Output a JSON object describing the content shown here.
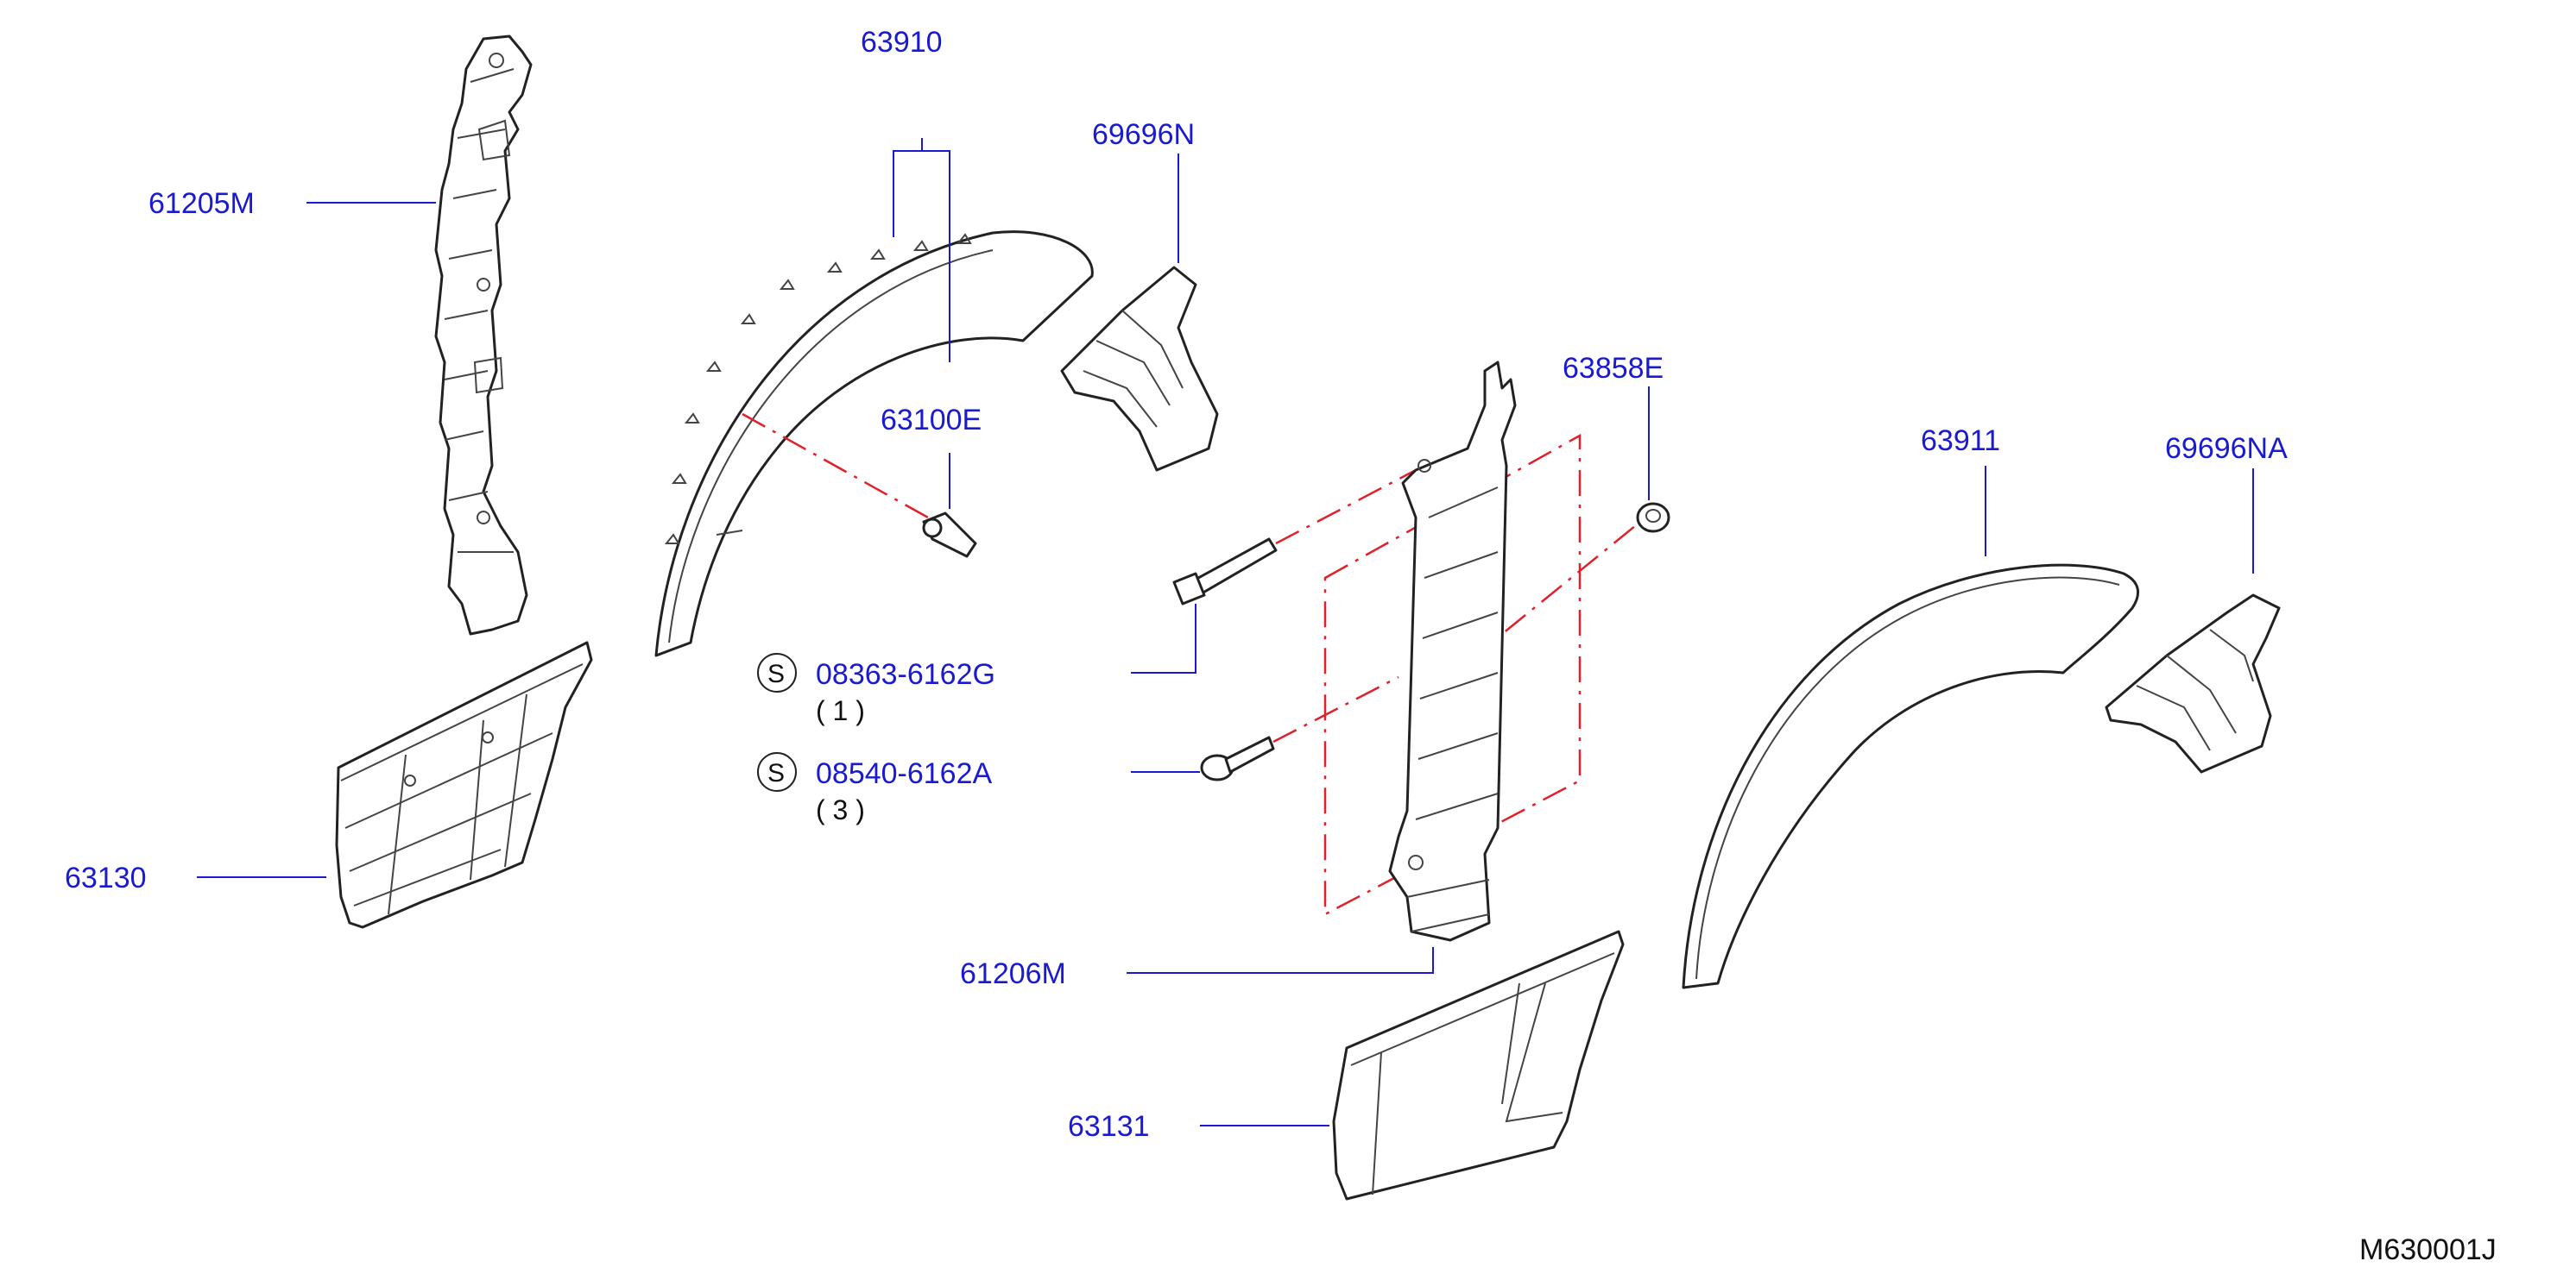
{
  "diagram": {
    "drawing_code": "M630001J",
    "parts": [
      {
        "id": "61205M",
        "label": "61205M"
      },
      {
        "id": "63910",
        "label": "63910"
      },
      {
        "id": "69696N",
        "label": "69696N"
      },
      {
        "id": "63100E",
        "label": "63100E"
      },
      {
        "id": "63858E",
        "label": "63858E"
      },
      {
        "id": "63911",
        "label": "63911"
      },
      {
        "id": "69696NA",
        "label": "69696NA"
      },
      {
        "id": "63130",
        "label": "63130"
      },
      {
        "id": "61206M",
        "label": "61206M"
      },
      {
        "id": "63131",
        "label": "63131"
      }
    ],
    "fasteners": [
      {
        "symbol": "S",
        "part_no": "08363-6162G",
        "qty": "( 1 )"
      },
      {
        "symbol": "S",
        "part_no": "08540-6162A",
        "qty": "( 3 )"
      }
    ]
  }
}
